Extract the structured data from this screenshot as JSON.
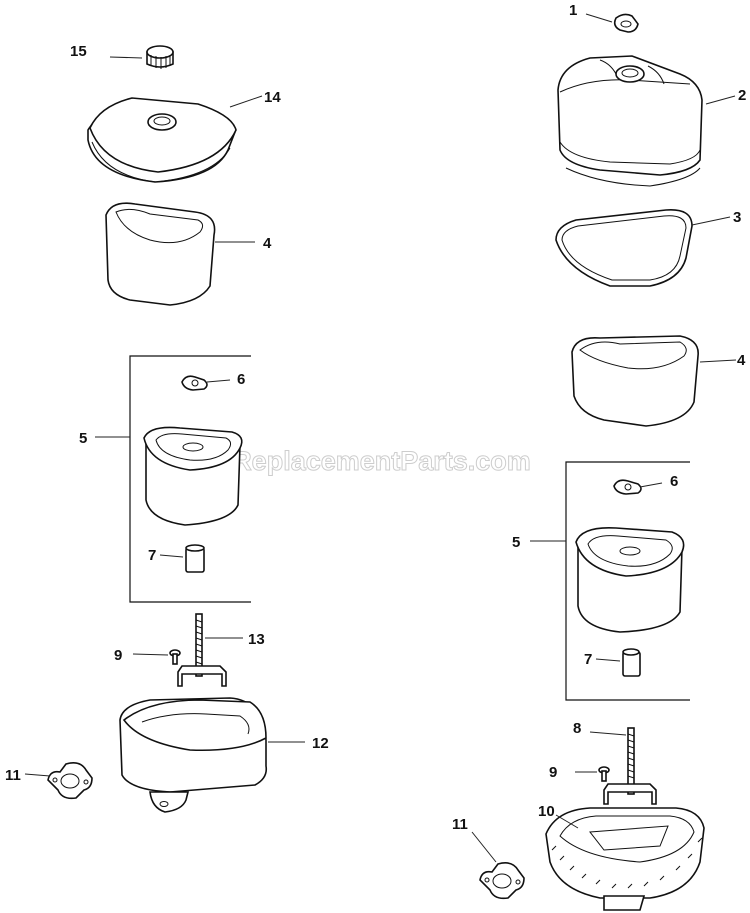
{
  "watermark": "eReplacementParts.com",
  "callouts": {
    "left": {
      "n15": "15",
      "n14": "14",
      "n4": "4",
      "n5": "5",
      "n6": "6",
      "n7": "7",
      "n9": "9",
      "n13": "13",
      "n11": "11",
      "n12": "12"
    },
    "right": {
      "n1": "1",
      "n2": "2",
      "n3": "3",
      "n4": "4",
      "n5": "5",
      "n6": "6",
      "n7": "7",
      "n8": "8",
      "n9": "9",
      "n10": "10",
      "n11": "11"
    }
  },
  "icons": [
    "nut-icon",
    "cover-icon",
    "seal-ring-icon",
    "precleaner-icon",
    "filter-element-icon",
    "wing-nut-icon",
    "spacer-icon",
    "stud-icon",
    "screw-icon",
    "base-icon",
    "gasket-icon"
  ]
}
